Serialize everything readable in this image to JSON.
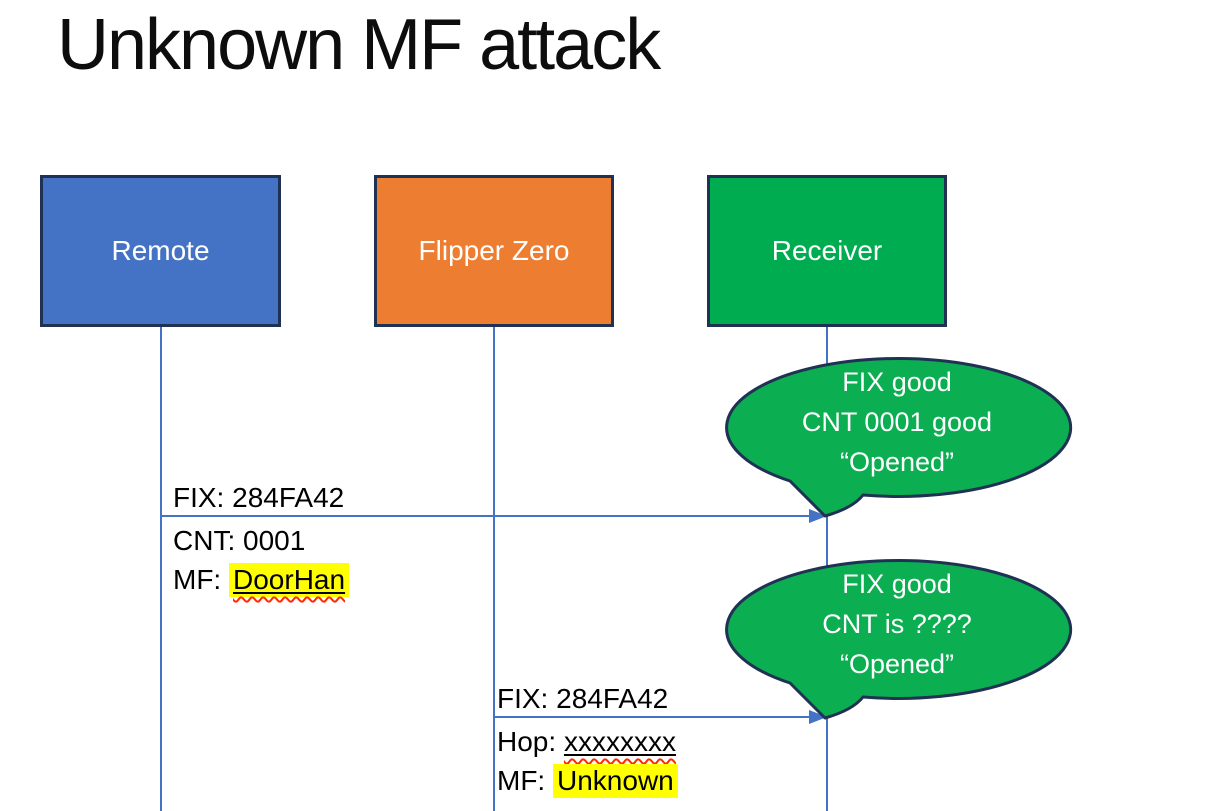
{
  "slide": {
    "title": "Unknown MF attack"
  },
  "actors": [
    {
      "label": "Remote",
      "fill": "#4472C4"
    },
    {
      "label": "Flipper Zero",
      "fill": "#ED7D31"
    },
    {
      "label": "Receiver",
      "fill": "#00AC50"
    }
  ],
  "messages": [
    {
      "above": "FIX: 284FA42",
      "below": [
        {
          "text": "CNT: 0001"
        },
        {
          "prefix": "MF: ",
          "value": "DoorHan"
        }
      ]
    },
    {
      "above": "FIX: 284FA42",
      "below": [
        {
          "prefix": "Hop: ",
          "value": "xxxxxxxx"
        },
        {
          "prefix": "MF: ",
          "value": "Unknown"
        }
      ]
    }
  ],
  "callouts": [
    {
      "lines": [
        "FIX good",
        "CNT 0001 good",
        "“Opened”"
      ]
    },
    {
      "lines": [
        "FIX good",
        "CNT is ????",
        "“Opened”"
      ]
    }
  ],
  "colors": {
    "actor_border": "#1F3253",
    "callout_fill": "#0CAE52",
    "callout_border": "#1F3253",
    "line_blue": "#4472C4",
    "highlight_yellow": "#FFFF00",
    "squiggle_red": "#FF2A00"
  }
}
